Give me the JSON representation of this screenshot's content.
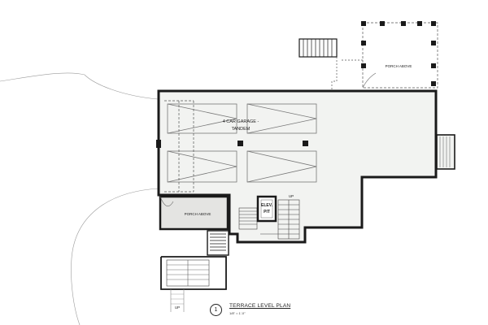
{
  "drawing": {
    "garage_label_line1": "4 CAR GARAGE -",
    "garage_label_line2": "TANDEM",
    "porch_above_left": "PORCH ABOVE",
    "porch_above_right": "PORCH ABOVE",
    "elevator_line1": "ELEV.",
    "elevator_line2": "PIT",
    "stair_up_center": "UP",
    "stair_up_bottom": "UP"
  },
  "title_block": {
    "number": "1",
    "title": "TERRACE LEVEL PLAN",
    "scale": "1/8\" = 1'-0\""
  },
  "colors": {
    "wall": "#1a1a1a",
    "floor": "#f2f3f1",
    "porch_floor": "#e4e4e2",
    "dashed": "#555555"
  }
}
